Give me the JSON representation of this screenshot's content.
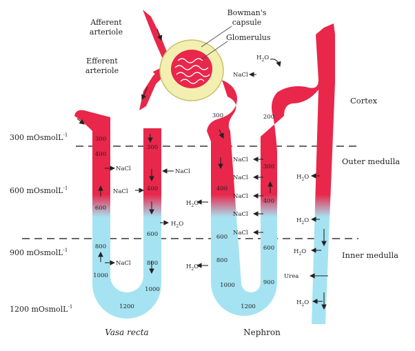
{
  "structure_labels": {
    "afferent": [
      "Afferent",
      "arteriole"
    ],
    "efferent": [
      "Efferent",
      "arteriole"
    ],
    "bowman": [
      "Bowman's",
      "capsule"
    ],
    "glomerulus": "Glomerulus"
  },
  "osmolarity_labels": [
    {
      "value": "300 mOsmolL",
      "sup": "-1"
    },
    {
      "value": "600 mOsmolL",
      "sup": "-1"
    },
    {
      "value": "900 mOsmolL",
      "sup": "-1"
    },
    {
      "value": "1200 mOsmolL",
      "sup": "-1"
    }
  ],
  "region_labels": [
    "Cortex",
    "Outer medulla",
    "Inner medulla"
  ],
  "vasa_recta": {
    "descending_values": [
      "300",
      "400",
      "600",
      "800",
      "1000"
    ],
    "ascending_values": [
      "300",
      "400",
      "600",
      "800",
      "1000"
    ],
    "bottom_value": "1200",
    "caption": "Vasa recta"
  },
  "nephron": {
    "descending_values": [
      "300",
      "400",
      "600",
      "800",
      "1000"
    ],
    "ascending_values": [
      "200",
      "300",
      "400",
      "600",
      "900"
    ],
    "bottom_value": "1200",
    "caption": "Nephron"
  },
  "solutes": {
    "nacl": "NaCl",
    "water": "H",
    "water_sub": "2",
    "water_end": "O",
    "urea": "Urea"
  },
  "colors": {
    "cortex": "#e8274b",
    "medulla": "#a6e3f2",
    "capsule": "#f3efb0"
  }
}
